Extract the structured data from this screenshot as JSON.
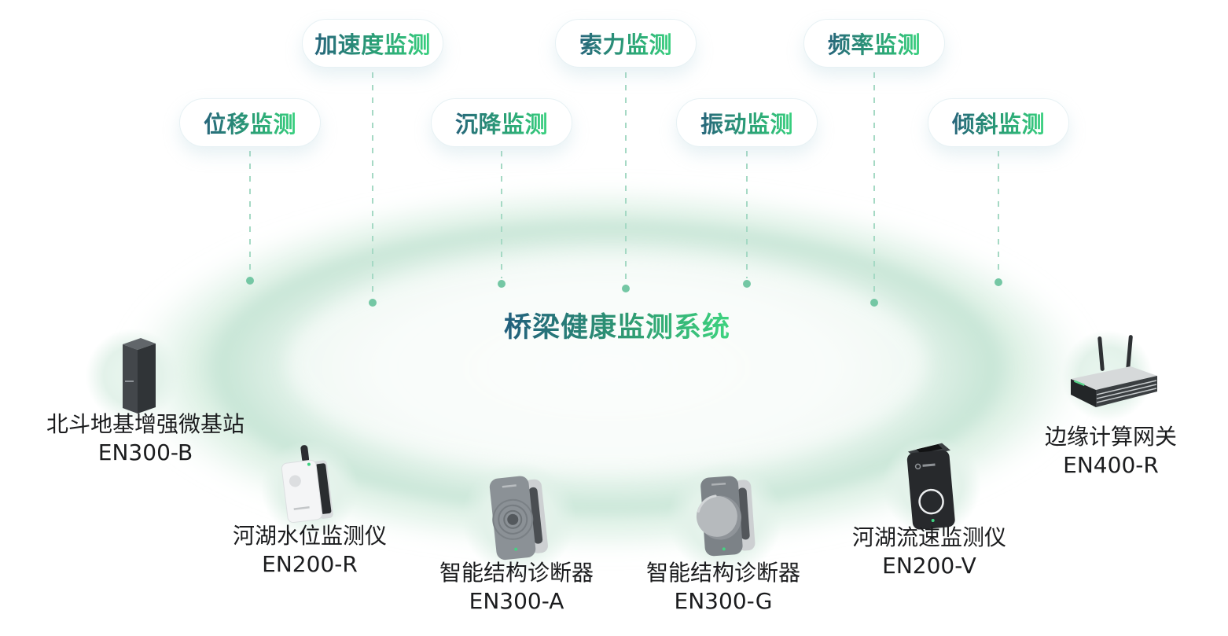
{
  "title": "桥梁健康监测系统",
  "tags": [
    {
      "label": "加速度监测"
    },
    {
      "label": "索力监测"
    },
    {
      "label": "频率监测"
    },
    {
      "label": "位移监测"
    },
    {
      "label": "沉降监测"
    },
    {
      "label": "振动监测"
    },
    {
      "label": "倾斜监测"
    }
  ],
  "devices": [
    {
      "name": "北斗地基增强微基站",
      "model": "EN300-B"
    },
    {
      "name": "河湖水位监测仪",
      "model": "EN200-R"
    },
    {
      "name": "智能结构诊断器",
      "model": "EN300-A"
    },
    {
      "name": "智能结构诊断器",
      "model": "EN300-G"
    },
    {
      "name": "河湖流速监测仪",
      "model": "EN200-V"
    },
    {
      "name": "边缘计算网关",
      "model": "EN400-R"
    }
  ],
  "colors": {
    "accent_green": "#3ed180",
    "accent_teal": "#215e7d",
    "halo_green": "#cde8da",
    "dash_line": "#a5d9c4",
    "dash_dot": "#74c7a4",
    "label_text": "#1b1c1e"
  }
}
